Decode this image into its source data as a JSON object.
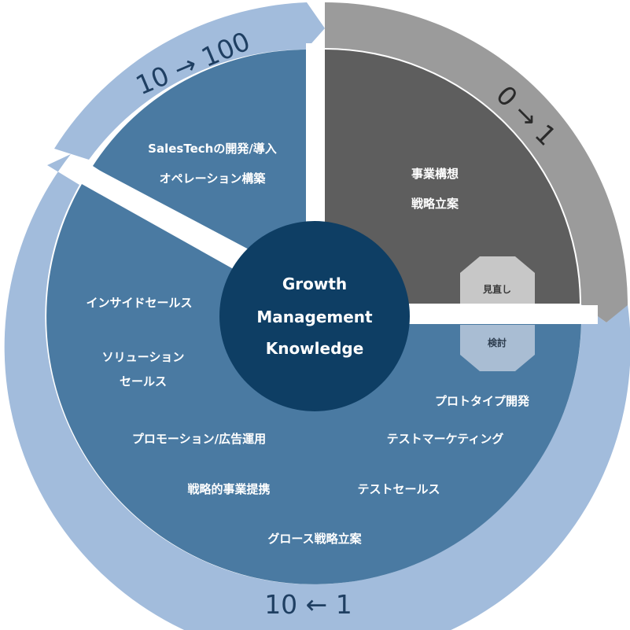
{
  "ring_labels": {
    "top_left": "10 → 100",
    "top_right": "0 → 1",
    "bottom": "10 ← 1"
  },
  "center": {
    "line1": "Growth",
    "line2": "Management",
    "line3": "Knowledge"
  },
  "sections": {
    "top_right": {
      "line1": "事業構想",
      "line2": "戦略立案"
    },
    "top_left": {
      "line1": "SalesTechの開発/導入",
      "line2": "オペレーション構築"
    }
  },
  "badges": {
    "review": "見直し",
    "consider": "検討"
  },
  "items": {
    "inside_sales": "インサイドセールス",
    "solution_sales_1": "ソリューション",
    "solution_sales_2": "セールス",
    "promotion": "プロモーション/広告運用",
    "alliance": "戦略的事業提携",
    "prototype": "プロトタイプ開発",
    "test_marketing": "テストマーケティング",
    "test_sales": "テストセールス",
    "growth_strategy": "グロース戦略立案"
  },
  "colors": {
    "light_blue": "#a2bcdc",
    "mid_blue": "#4a7aa2",
    "dark_navy": "#0e3e64",
    "dark_gray": "#5e5e5e",
    "light_gray": "#9b9b9b",
    "badge_gray": "#c7c7c7",
    "badge_blue": "#a9bdd3"
  }
}
